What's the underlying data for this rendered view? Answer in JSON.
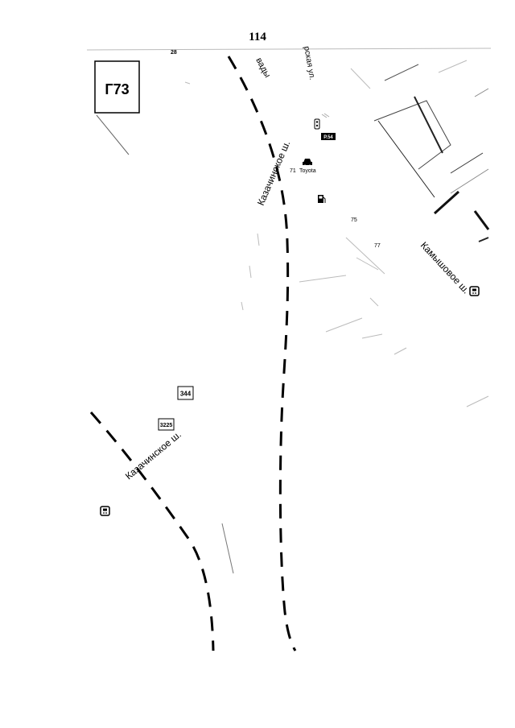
{
  "page": {
    "number": "114"
  },
  "map": {
    "sheet_id": "Г73",
    "street_labels": {
      "kazachinskoe_upper": "Казачинское ш.",
      "kazachinskoe_lower": "Казачинское ш.",
      "kamyshovoe": "Камышовое ш.",
      "top_partial": "вады",
      "top_street": "рская ул."
    },
    "numbers": {
      "n28": "28",
      "n71": "71",
      "n75": "75",
      "n77": "77",
      "n344": "344",
      "n3225": "3225"
    },
    "pois": {
      "toyota": "Toyota",
      "parking_label": "P.54"
    },
    "icons": [
      "traffic-light-icon",
      "parking-icon",
      "car-icon",
      "fuel-icon",
      "bus-stop-icon"
    ]
  }
}
